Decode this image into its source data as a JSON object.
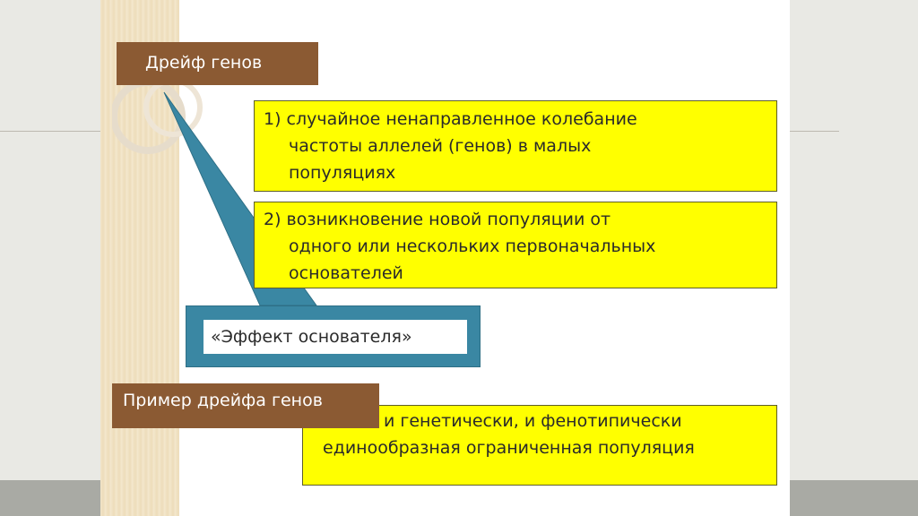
{
  "slide": {
    "title": "Дрейф генов",
    "definition1": {
      "line1": "1) случайное ненаправленное колебание",
      "line2": "частоты аллелей (генов) в малых",
      "line3": "популяциях"
    },
    "definition2": {
      "line1": "2) возникновение новой популяции от",
      "line2": "одного или нескольких первоначальных",
      "line3": "основателей"
    },
    "callout": "«Эффект основателя»",
    "example_label": "Пример дрейфа генов",
    "example_text": {
      "line1": "и генетически, и фенотипически",
      "line2": "единообразная ограниченная популяция"
    }
  },
  "colors": {
    "title_bg": "#8b5a33",
    "highlight": "#ffff00",
    "callout": "#3a87a3",
    "paper_strip": "#f2e5c9"
  }
}
